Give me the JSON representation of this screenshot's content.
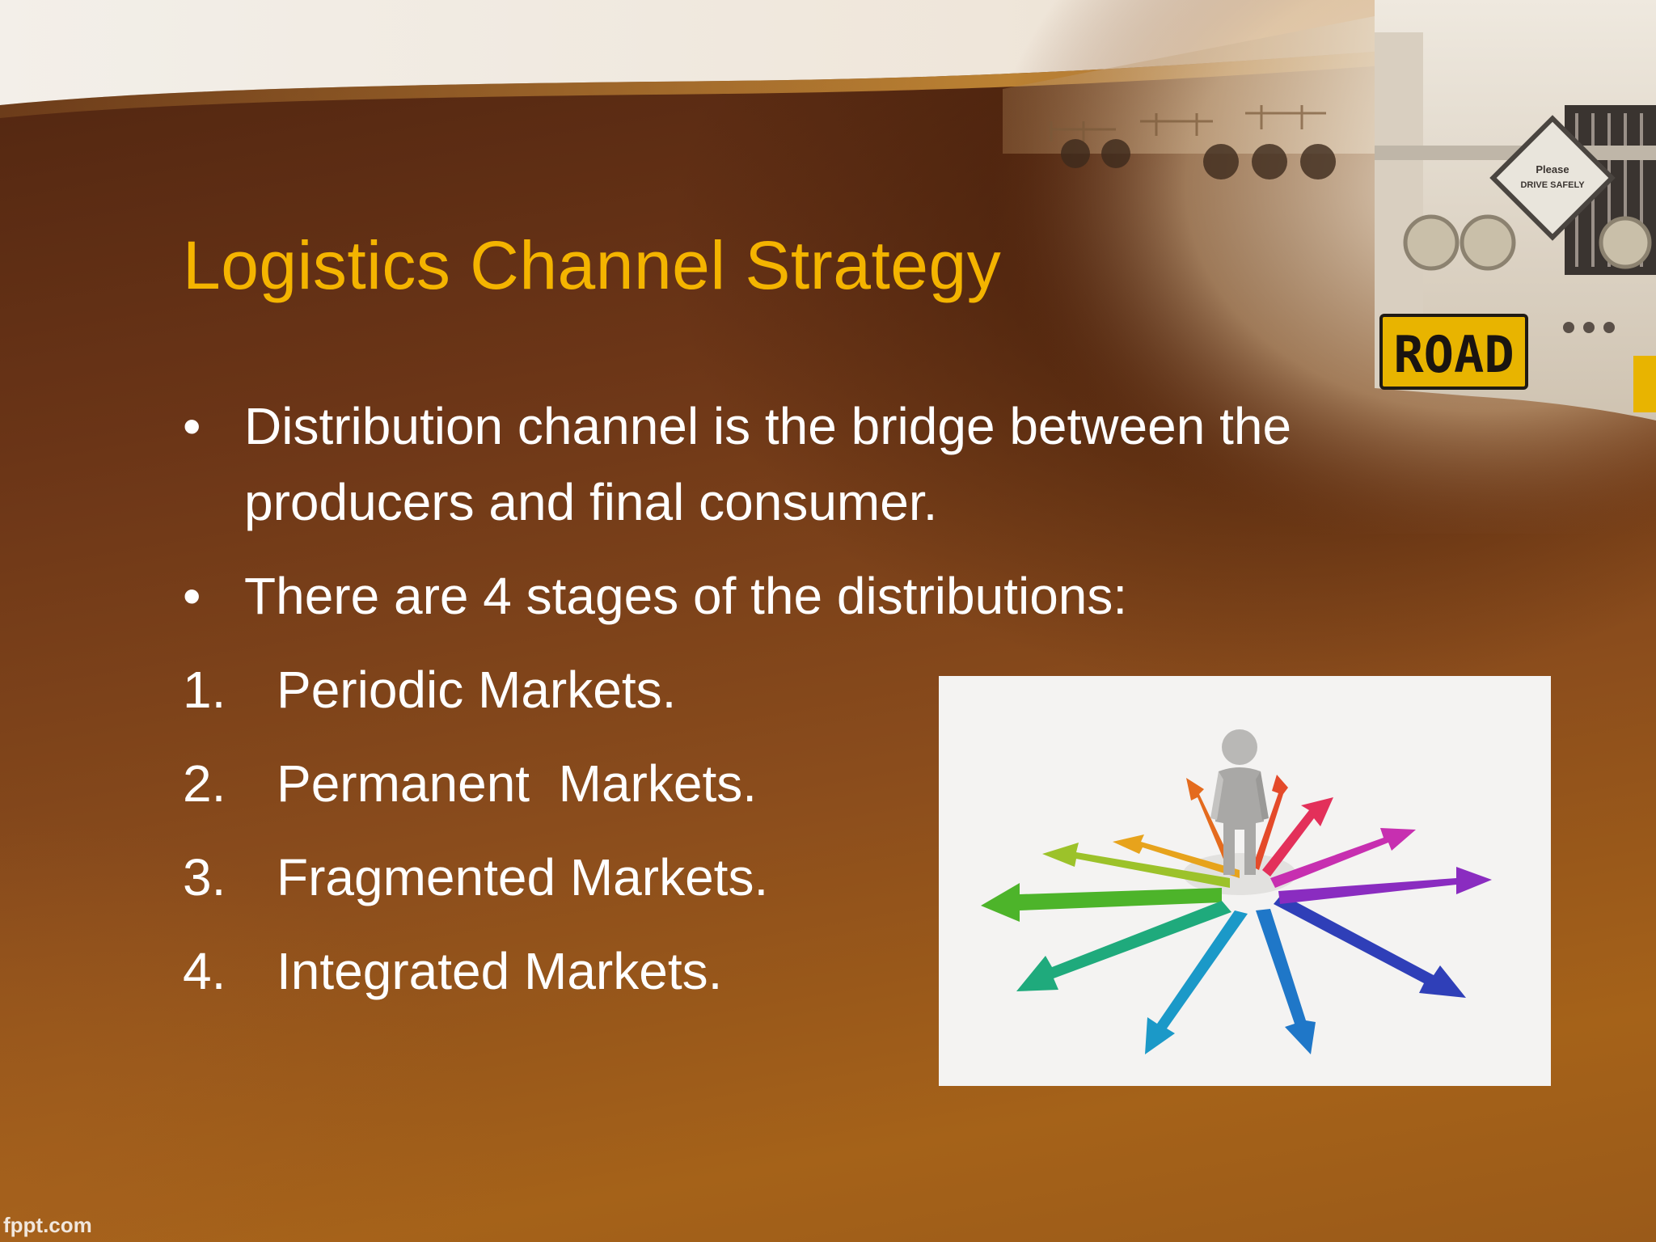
{
  "slide": {
    "title": "Logistics Channel Strategy",
    "bullets": [
      "Distribution channel is the bridge between the producers and final consumer.",
      "There are 4 stages of the distributions:"
    ],
    "list": [
      {
        "num": "1.",
        "text": "Periodic Markets."
      },
      {
        "num": "2.",
        "text": "Permanent  Markets."
      },
      {
        "num": "3.",
        "text": "Fragmented Markets."
      },
      {
        "num": "4.",
        "text": "Integrated Markets."
      }
    ],
    "bullet_symbol": "•",
    "truck_plate": "ROAD",
    "truck_sign": [
      "Please",
      "DRIVE SAFELY"
    ],
    "footer": "fppt.com"
  },
  "colors": {
    "title": "#f4b400",
    "body_text": "#ffffff",
    "background_dark": "#4e2410",
    "background_light": "#a56219",
    "plate": "#e8b400"
  },
  "icons": [
    "person-icon",
    "arrow-icon"
  ]
}
